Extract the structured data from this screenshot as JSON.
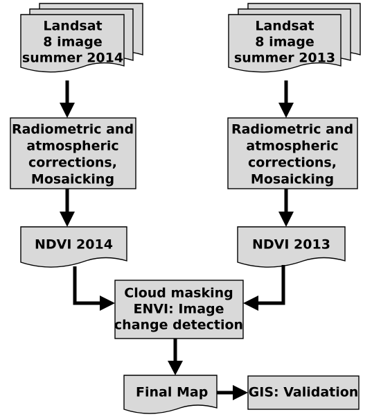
{
  "nodes": {
    "landsat_2014": [
      "Landsat",
      "8 image",
      "summer 2014"
    ],
    "landsat_2013": [
      "Landsat",
      "8 image",
      "summer 2013"
    ],
    "corrections_left": [
      "Radiometric and",
      "atmospheric",
      "corrections,",
      "Mosaicking"
    ],
    "corrections_right": [
      "Radiometric and",
      "atmospheric",
      "corrections,",
      "Mosaicking"
    ],
    "ndvi_2014": "NDVI 2014",
    "ndvi_2013": "NDVI 2013",
    "change_detection": [
      "Cloud masking",
      "ENVI: Image",
      "change detection"
    ],
    "final_map": "Final Map",
    "gis_validation": "GIS: Validation"
  },
  "colors": {
    "box_fill": "#d9d9d9",
    "stroke": "#000000",
    "background": "#ffffff"
  }
}
